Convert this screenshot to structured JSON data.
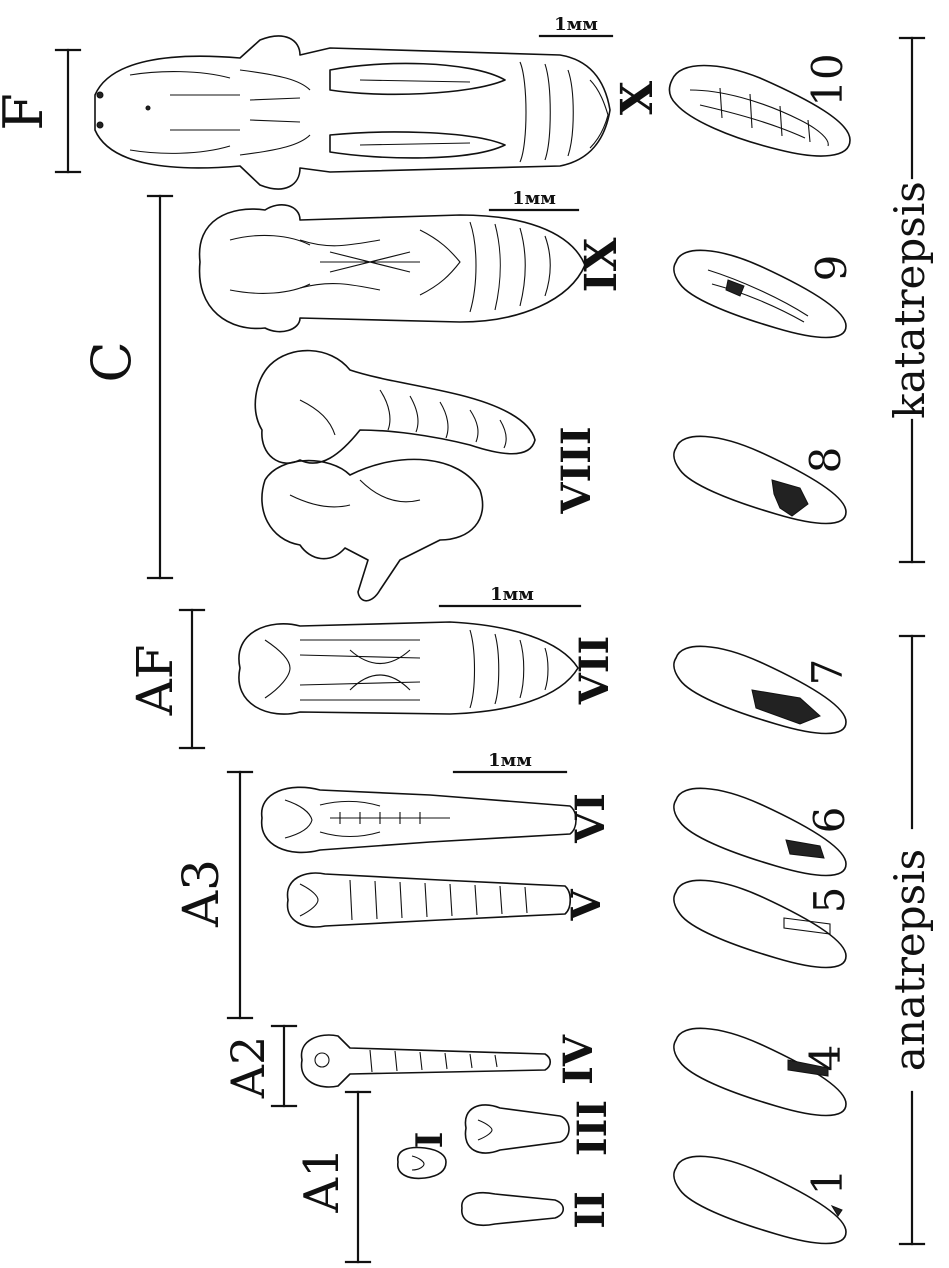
{
  "stage_groups": [
    "F",
    "C",
    "AF",
    "A3",
    "A2",
    "A1"
  ],
  "stages": [
    "X",
    "IX",
    "VIII",
    "VII",
    "VI",
    "V",
    "IV",
    "III",
    "I",
    "II"
  ],
  "egg_numbers": [
    "10",
    "9",
    "8",
    "7",
    "6",
    "5",
    "4",
    "1"
  ],
  "phases": [
    "katatrepsis",
    "anatrepsis"
  ],
  "scale_bars": [
    "1мм",
    "1мм",
    "1мм",
    "1мм"
  ]
}
